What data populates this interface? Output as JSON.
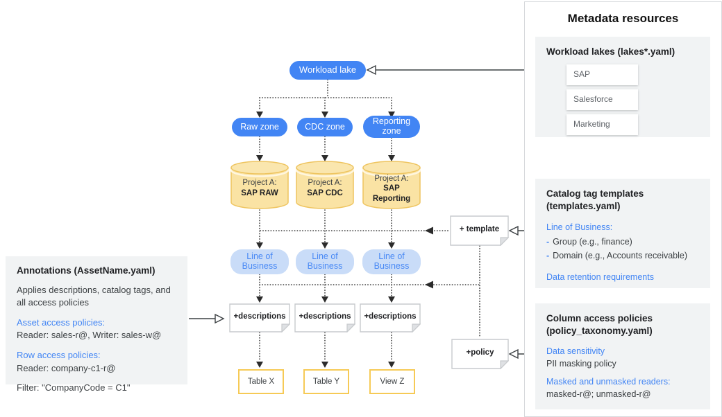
{
  "diagram": {
    "workload_lake_label": "Workload lake",
    "zones": [
      "Raw zone",
      "CDC zone",
      "Reporting zone"
    ],
    "projects": [
      {
        "prefix": "Project A:",
        "name": "SAP RAW"
      },
      {
        "prefix": "Project A:",
        "name": "SAP CDC"
      },
      {
        "prefix": "Project A:",
        "name": "SAP Reporting"
      }
    ],
    "lob_label": "Line of Business",
    "descriptions_label": "+descriptions",
    "template_note_label": "+ template",
    "policy_note_label": "+policy",
    "tables": [
      "Table X",
      "Table Y",
      "View Z"
    ]
  },
  "annotations_panel": {
    "title": "Annotations (AssetName.yaml)",
    "body": "Applies descriptions, catalog tags, and all access policies",
    "asset_heading": "Asset access policies:",
    "asset_value": "Reader: sales-r@, Writer: sales-w@",
    "row_heading": "Row access policies:",
    "row_value": "Reader: company-c1-r@",
    "filter_value": "Filter: \"CompanyCode = C1\""
  },
  "metadata_panel": {
    "title": "Metadata resources",
    "workload_lakes": {
      "heading": "Workload lakes (lakes*.yaml)",
      "items": [
        "SAP",
        "Salesforce",
        "Marketing"
      ]
    },
    "catalog_templates": {
      "heading_line1": "Catalog tag templates",
      "heading_line2": "(templates.yaml)",
      "lob_heading": "Line of Business:",
      "bullets": [
        {
          "dash": "-",
          "text": "Group (e.g., finance)"
        },
        {
          "dash": "-",
          "text": "Domain (e.g., Accounts receivable)"
        }
      ],
      "retention_heading": "Data retention requirements"
    },
    "column_policies": {
      "heading_line1": "Column access policies",
      "heading_line2": "(policy_taxonomy.yaml)",
      "sensitivity_heading": "Data sensitivity",
      "sensitivity_value": "PII masking policy",
      "readers_heading": "Masked and unmasked readers:",
      "readers_value": "masked-r@; unmasked-r@"
    }
  },
  "colors": {
    "accent_blue": "#4285F4",
    "light_blue_pill": "#C9DCF8",
    "cylinder_fill": "#FAE3A4",
    "cylinder_stroke": "#EEC45F",
    "table_border": "#F6CA56",
    "panel_gray": "#F1F3F4"
  }
}
